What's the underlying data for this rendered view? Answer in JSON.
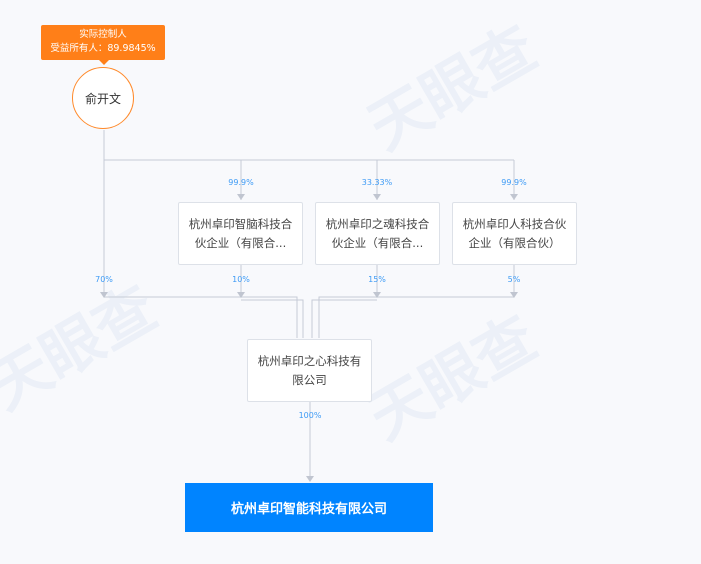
{
  "controller": {
    "tag_line1": "实际控制人",
    "tag_line2": "受益所有人：89.9845%",
    "name": "俞开文"
  },
  "partnerships": [
    {
      "name_line1": "杭州卓印智脑科技合",
      "name_line2": "伙企业（有限合...",
      "in_pct": "99.9%",
      "out_pct": "10%"
    },
    {
      "name_line1": "杭州卓印之魂科技合",
      "name_line2": "伙企业（有限合...",
      "in_pct": "33.33%",
      "out_pct": "15%"
    },
    {
      "name_line1": "杭州卓印人科技合伙",
      "name_line2": "企业（有限合伙）",
      "in_pct": "99.9%",
      "out_pct": "5%"
    }
  ],
  "direct_pct": "70%",
  "holding": {
    "name_line1": "杭州卓印之心科技有",
    "name_line2": "限公司",
    "out_pct": "100%"
  },
  "target": {
    "name": "杭州卓印智能科技有限公司"
  }
}
